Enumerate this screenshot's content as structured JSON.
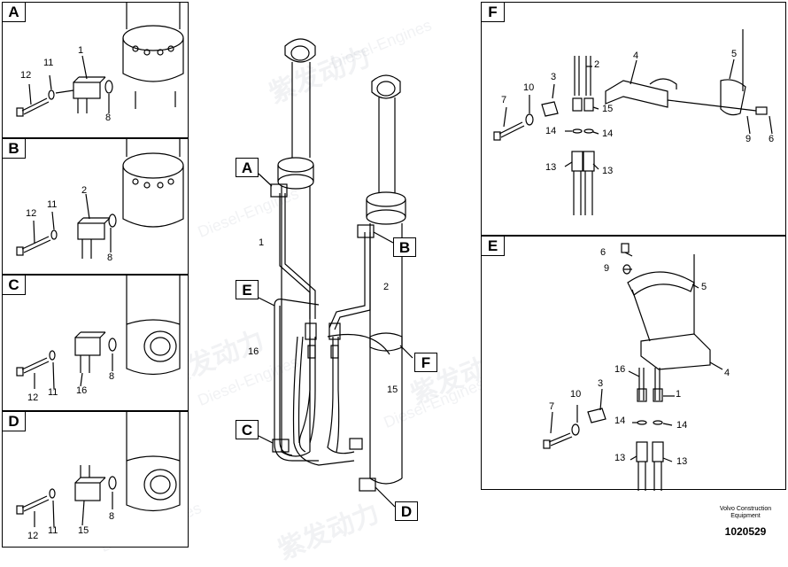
{
  "watermark": {
    "brand": "紫发动力",
    "subtitle": "Diesel-Engines"
  },
  "panels": {
    "A": {
      "label": "A",
      "callouts": [
        "1",
        "12",
        "11",
        "8"
      ]
    },
    "B": {
      "label": "B",
      "callouts": [
        "2",
        "12",
        "11",
        "8"
      ]
    },
    "C": {
      "label": "C",
      "callouts": [
        "12",
        "11",
        "16",
        "8"
      ]
    },
    "D": {
      "label": "D",
      "callouts": [
        "12",
        "11",
        "15",
        "8"
      ]
    },
    "F": {
      "label": "F",
      "callouts": [
        "2",
        "4",
        "5",
        "7",
        "10",
        "3",
        "15",
        "14",
        "14",
        "13",
        "13",
        "9",
        "6"
      ]
    },
    "E": {
      "label": "E",
      "callouts": [
        "6",
        "9",
        "5",
        "4",
        "16",
        "1",
        "3",
        "10",
        "7",
        "14",
        "14",
        "13",
        "13"
      ]
    }
  },
  "main": {
    "tags": [
      "A",
      "B",
      "E",
      "F",
      "C",
      "D"
    ],
    "callouts": [
      "1",
      "2",
      "16",
      "15"
    ]
  },
  "footer": {
    "company": "Volvo Construction",
    "dept": "Equipment",
    "number": "1020529"
  },
  "colors": {
    "line": "#000000",
    "watermark": "#8890a0"
  }
}
